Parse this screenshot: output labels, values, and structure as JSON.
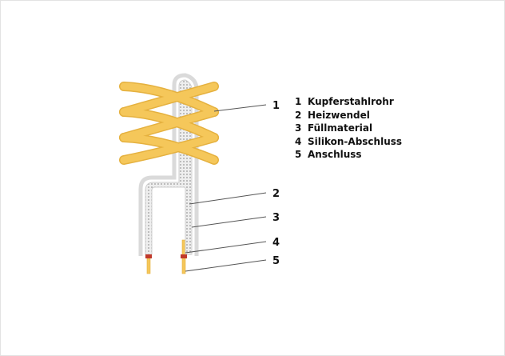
{
  "legend": [
    {
      "number": "1",
      "label": "Kupferstahlrohr"
    },
    {
      "number": "2",
      "label": "Heizwendel"
    },
    {
      "number": "3",
      "label": "Füllmaterial"
    },
    {
      "number": "4",
      "label": "Silikon-Abschluss"
    },
    {
      "number": "5",
      "label": "Anschluss"
    }
  ],
  "callouts": [
    "1",
    "2",
    "3",
    "4",
    "5"
  ],
  "colors": {
    "coil": "#f5c75a",
    "coil_edge": "#e5b13f",
    "sheath": "#d9d9d9",
    "filler_dots": "#9a9a9a",
    "seal": "#c0392b",
    "leader_line": "#555555",
    "text": "#111111"
  }
}
